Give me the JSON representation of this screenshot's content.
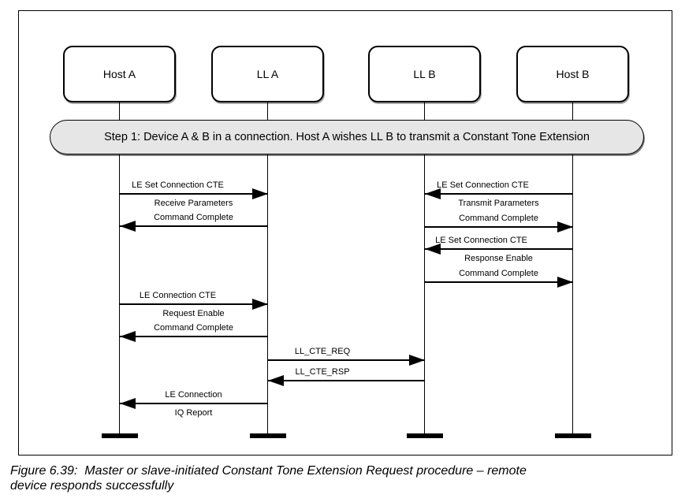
{
  "figure": {
    "actors": [
      {
        "id": "host-a",
        "label": "Host A"
      },
      {
        "id": "ll-a",
        "label": "LL A"
      },
      {
        "id": "ll-b",
        "label": "LL B"
      },
      {
        "id": "host-b",
        "label": "Host B"
      }
    ],
    "step_banner": "Step 1: Device A & B in a connection. Host A wishes LL B to transmit a Constant Tone Extension",
    "messages": [
      {
        "from": "host-a",
        "to": "ll-a",
        "label": "LE Set Connection CTE",
        "label2": "Receive Parameters"
      },
      {
        "from": "ll-a",
        "to": "host-a",
        "label": "Command Complete"
      },
      {
        "from": "host-b",
        "to": "ll-b",
        "label": "LE Set Connection CTE",
        "label2": "Transmit Parameters"
      },
      {
        "from": "ll-b",
        "to": "host-b",
        "label": "Command Complete"
      },
      {
        "from": "host-b",
        "to": "ll-b",
        "label": "LE Set Connection CTE",
        "label2": "Response Enable"
      },
      {
        "from": "ll-b",
        "to": "host-b",
        "label": "Command Complete"
      },
      {
        "from": "host-a",
        "to": "ll-a",
        "label": "LE Connection CTE",
        "label2": "Request Enable"
      },
      {
        "from": "ll-a",
        "to": "host-a",
        "label": "Command Complete"
      },
      {
        "from": "ll-a",
        "to": "ll-b",
        "label": "LL_CTE_REQ"
      },
      {
        "from": "ll-b",
        "to": "ll-a",
        "label": "LL_CTE_RSP"
      },
      {
        "from": "ll-a",
        "to": "host-a",
        "label": "LE Connection",
        "label2": "IQ Report"
      }
    ]
  },
  "caption": {
    "line1": "Figure 6.39:  Master or slave-initiated Constant Tone Extension Request procedure – remote",
    "line2": "device responds successfully"
  },
  "colors": {
    "background": "#ffffff",
    "line": "#000000",
    "banner_fill": "#e6e6e6"
  }
}
